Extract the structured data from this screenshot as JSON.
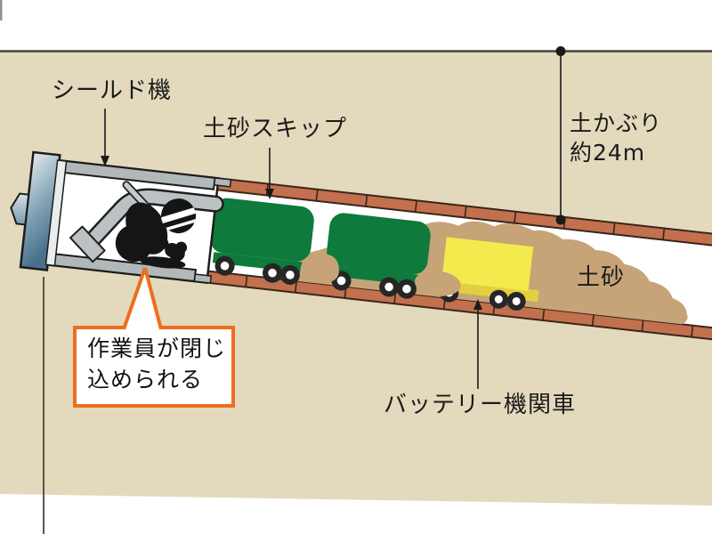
{
  "diagram": {
    "type": "tunnel-shield-accident-illustration",
    "labels": {
      "shield_machine": "シールド機",
      "soil_skip": "土砂スキップ",
      "earth_cover": "土かぶり\n約24m",
      "soil": "土砂",
      "battery_locomotive": "バッテリー機関車"
    },
    "callout": {
      "text": "作業員が閉じ\n込められる",
      "border_color": "#ee6d1f",
      "fill_color": "#ffffff"
    },
    "measurement": {
      "value_text": "約24m",
      "what": "土かぶり (earth cover depth)"
    },
    "colors": {
      "ground": "#e3d9bc",
      "ground_border": "#46443c",
      "tunnel_lining_brick": "#c2704e",
      "lining_outline": "#38251c",
      "soil_pile": "#c6a477",
      "skip_car_green": "#0e7a3b",
      "locomotive_yellow": "#f3ea4e",
      "locomotive_chassis_yellow": "#e2cf40",
      "machine_gray": "#b2b8ba",
      "machine_face_blue": "#6d93aa",
      "worker_black": "#151515",
      "text": "#1a1a1a"
    },
    "icons": {
      "worker": "crouching-worker-silhouette",
      "dimension_dots": "measurement-endpoint-dots"
    }
  }
}
